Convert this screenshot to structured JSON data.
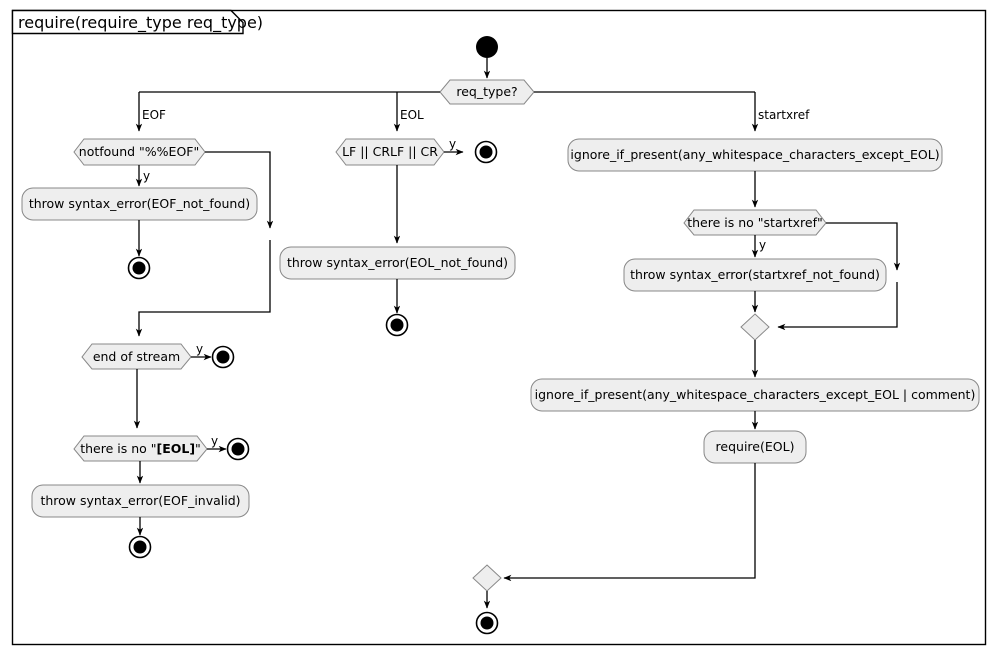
{
  "diagram": {
    "kind": "uml-activity-diagram",
    "frame_title": "require(require_type req_type)",
    "colors": {
      "node_fill": "#EEEEEE",
      "node_stroke": "#888888",
      "edge": "#000000",
      "frame": "#000000",
      "background": "#FFFFFF"
    },
    "start_node": "start",
    "root_decision": "req_type?",
    "branch_labels": [
      "EOF",
      "EOL",
      "startxref"
    ],
    "yes_label": "y"
  },
  "branch_eof": {
    "label": "EOF",
    "decision_1": "notfound \"%%EOF\"",
    "decision_1_yes": "y",
    "action_1": "throw syntax_error(EOF_not_found)",
    "decision_2": "end of stream",
    "decision_2_yes": "y",
    "decision_3_prefix": "there is no \"",
    "decision_3_bold": "[EOL]",
    "decision_3_suffix": "\"",
    "decision_3_yes": "y",
    "action_2": "throw syntax_error(EOF_invalid)"
  },
  "branch_eol": {
    "label": "EOL",
    "decision_1": "LF || CRLF || CR",
    "decision_1_yes": "y",
    "action_1": "throw syntax_error(EOL_not_found)"
  },
  "branch_startxref": {
    "label": "startxref",
    "action_1": "ignore_if_present(any_whitespace_characters_except_EOL)",
    "decision_1": "there is no \"startxref\"",
    "decision_1_yes": "y",
    "action_2": "throw syntax_error(startxref_not_found)",
    "merge_1": "merge",
    "action_3": "ignore_if_present(any_whitespace_characters_except_EOL | comment)",
    "action_4": "require(EOL)"
  },
  "footer": {
    "merge": "merge",
    "final": "final"
  }
}
